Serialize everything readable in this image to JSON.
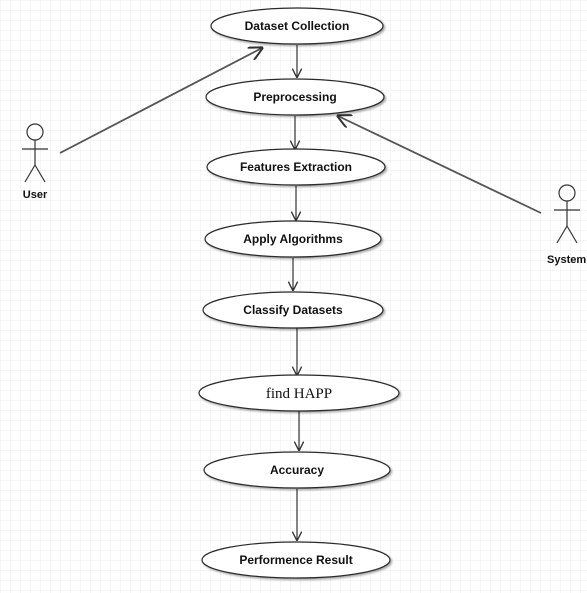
{
  "use_cases": [
    {
      "id": "dataset-collection",
      "label": "Dataset Collection"
    },
    {
      "id": "preprocessing",
      "label": "Preprocessing"
    },
    {
      "id": "features-extraction",
      "label": "Features Extraction"
    },
    {
      "id": "apply-algorithms",
      "label": "Apply Algorithms"
    },
    {
      "id": "classify-datasets",
      "label": "Classify Datasets"
    },
    {
      "id": "find-happ",
      "label": "find HAPP"
    },
    {
      "id": "accuracy",
      "label": "Accuracy"
    },
    {
      "id": "performence-result",
      "label": "Performence Result"
    }
  ],
  "actors": {
    "user": {
      "label": "User"
    },
    "system": {
      "label": "System"
    }
  }
}
